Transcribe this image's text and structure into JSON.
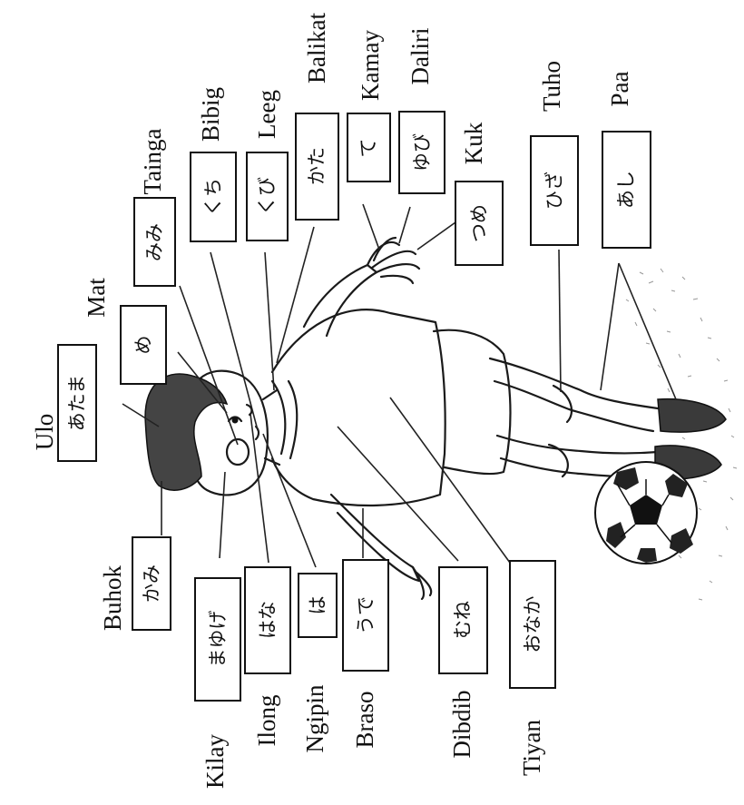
{
  "labels": [
    {
      "id": "ulo",
      "english": "Ulo",
      "japanese": "あたま"
    },
    {
      "id": "mat",
      "english": "Mat",
      "japanese": "め"
    },
    {
      "id": "tainga",
      "english": "Tainga",
      "japanese": "みみ"
    },
    {
      "id": "bibig",
      "english": "Bibig",
      "japanese": "くち"
    },
    {
      "id": "leeg",
      "english": "Leeg",
      "japanese": "くび"
    },
    {
      "id": "balikat",
      "english": "Balikat",
      "japanese": "かた"
    },
    {
      "id": "kamay",
      "english": "Kamay",
      "japanese": "て"
    },
    {
      "id": "daliri",
      "english": "Daliri",
      "japanese": "ゆび"
    },
    {
      "id": "kuk",
      "english": "Kuk",
      "japanese": "つめ"
    },
    {
      "id": "tuho",
      "english": "Tuho",
      "japanese": "ひざ"
    },
    {
      "id": "paa",
      "english": "Paa",
      "japanese": "あし"
    },
    {
      "id": "buhok",
      "english": "Buhok",
      "japanese": "かみ"
    },
    {
      "id": "kilay",
      "english": "Kilay",
      "japanese": "まゆげ"
    },
    {
      "id": "ilong",
      "english": "Ilong",
      "japanese": "はな"
    },
    {
      "id": "ngipin",
      "english": "Ngipin",
      "japanese": "は"
    },
    {
      "id": "braso",
      "english": "Braso",
      "japanese": "うで"
    },
    {
      "id": "dibdib",
      "english": "Dibdib",
      "japanese": "むね"
    },
    {
      "id": "tiyan",
      "english": "Tiyan",
      "japanese": "おなか"
    }
  ]
}
